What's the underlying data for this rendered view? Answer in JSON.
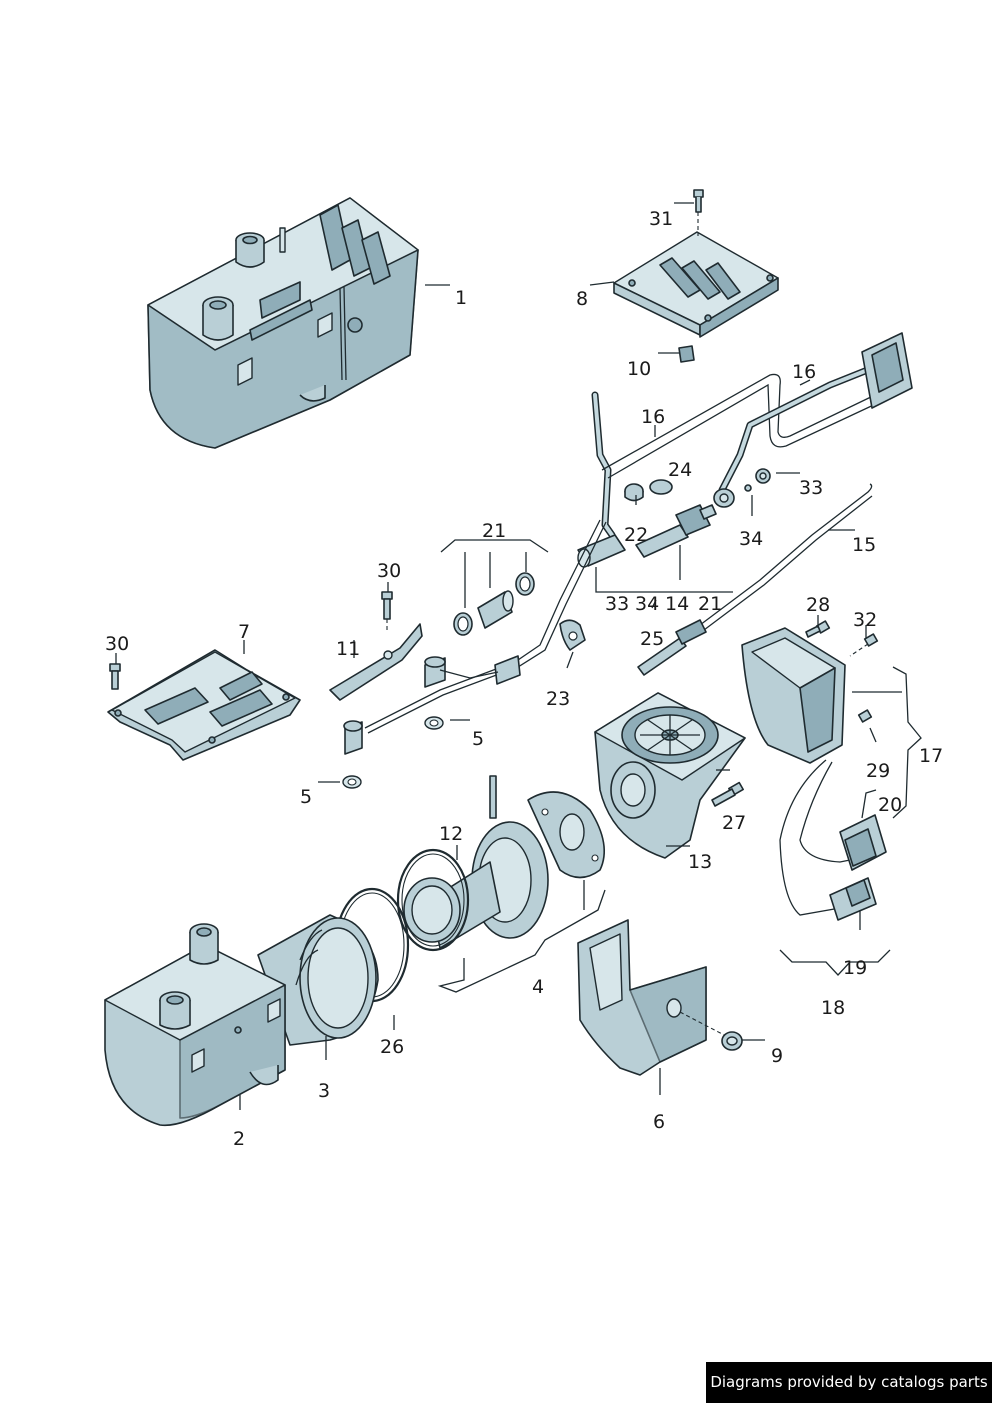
{
  "footer": {
    "credit": "Diagrams provided by catalogs parts"
  },
  "callouts": {
    "c1": "1",
    "c2": "2",
    "c3": "3",
    "c4": "4",
    "c5a": "5",
    "c5b": "5",
    "c6": "6",
    "c7": "7",
    "c8": "8",
    "c9": "9",
    "c10": "10",
    "c11": "11",
    "c12": "12",
    "c13": "13",
    "c14": "14",
    "c15": "15",
    "c16a": "16",
    "c16b": "16",
    "c17": "17",
    "c18": "18",
    "c19": "19",
    "c20": "20",
    "c21a": "21",
    "c21b": "21",
    "c22": "22",
    "c23": "23",
    "c24": "24",
    "c25": "25",
    "c26": "26",
    "c27": "27",
    "c28": "28",
    "c29": "29",
    "c30a": "30",
    "c30b": "30",
    "c31": "31",
    "c32": "32",
    "c33a": "33",
    "c33b": "33",
    "c34a": "34",
    "c34b": "34"
  },
  "colors": {
    "metal": "#b9cfd6",
    "metal_dark": "#8fadb8",
    "outline": "#1f2b30"
  }
}
